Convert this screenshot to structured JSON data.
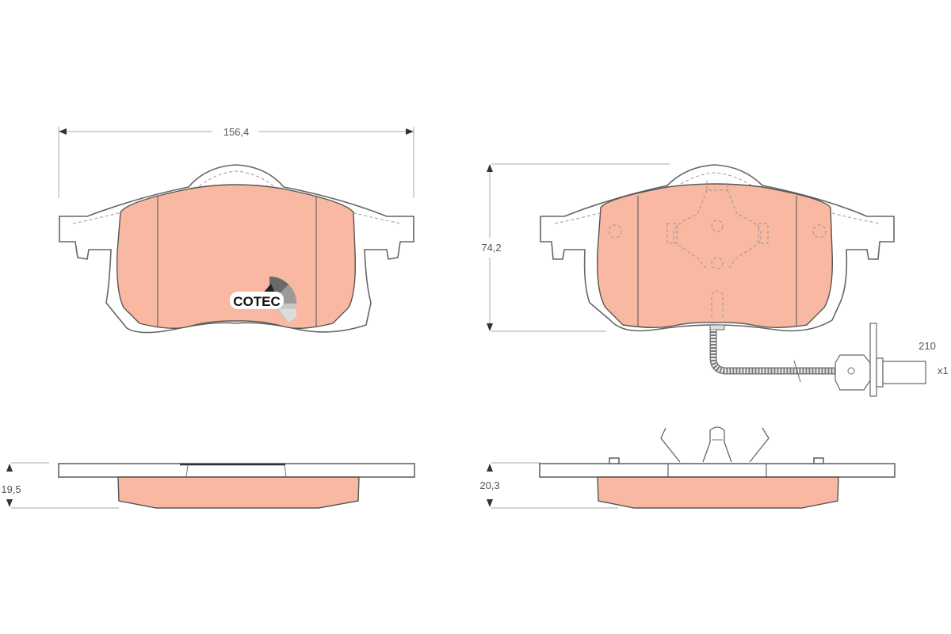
{
  "diagram": {
    "title": "Brake pad set technical drawing",
    "colors": {
      "friction_material": "#f8b8a2",
      "outline": "#666666",
      "background": "#ffffff"
    },
    "views": {
      "front_left": {
        "width_dimension": "156,4",
        "logo_text": "COTEC"
      },
      "front_right": {
        "height_dimension": "74,2",
        "wear_sensor_length": "210",
        "wear_sensor_count": "x1"
      },
      "side_left": {
        "thickness_dimension": "19,5"
      },
      "side_right": {
        "thickness_dimension": "20,3"
      }
    }
  }
}
